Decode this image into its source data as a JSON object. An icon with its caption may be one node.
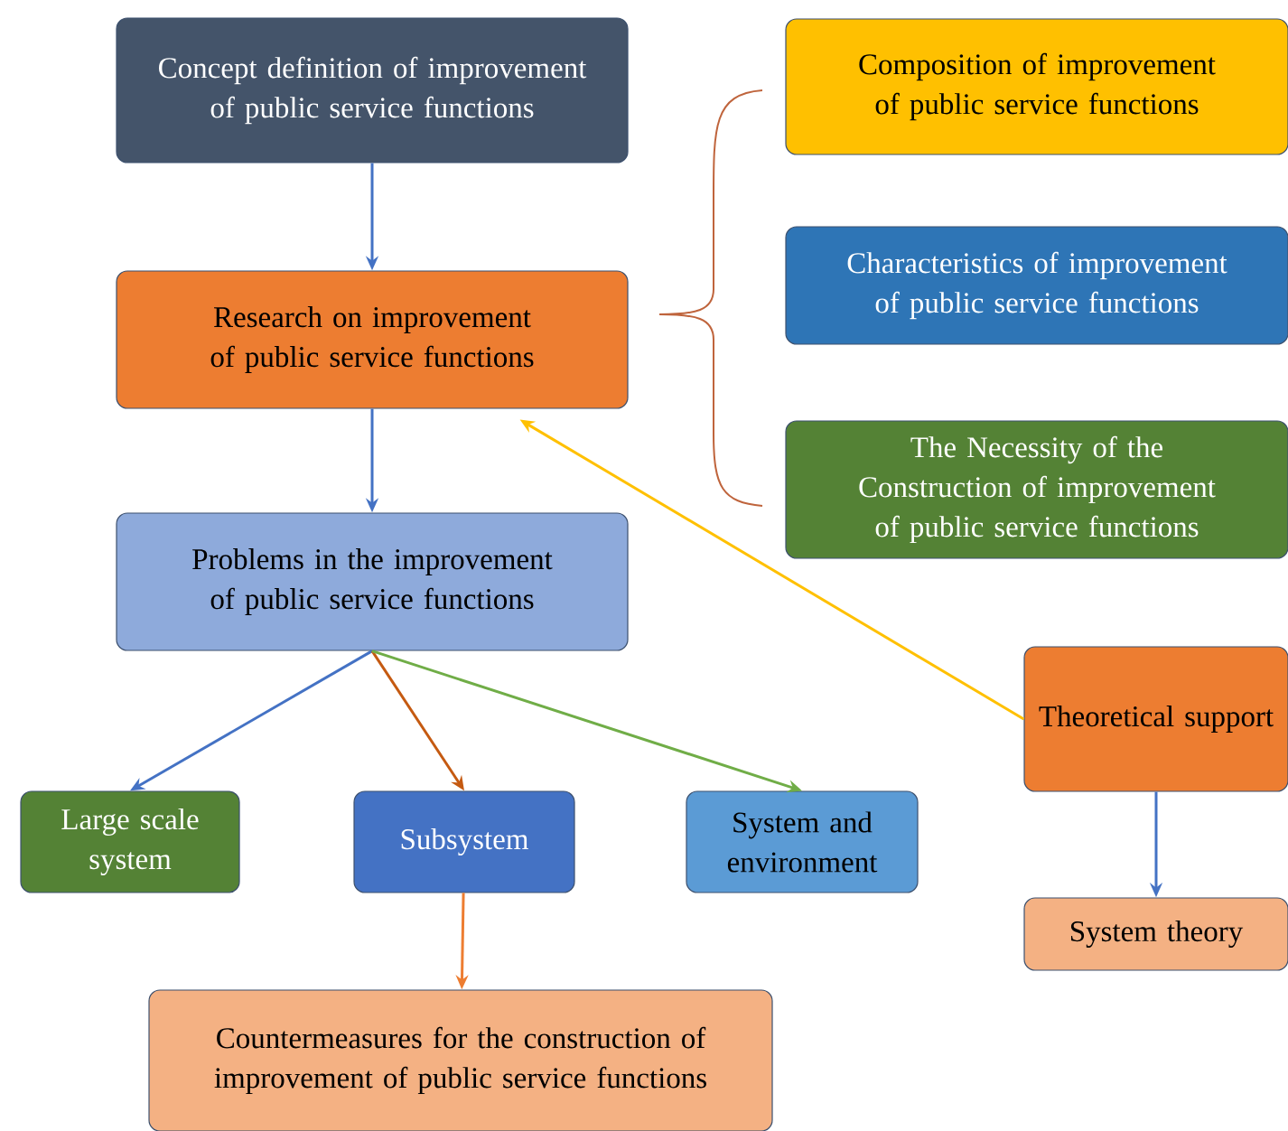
{
  "diagram": {
    "nodes": [
      {
        "text": [
          "Concept definition of improvement of public service functions"
        ]
      },
      {
        "text": [
          "Research on improvement of public service functions"
        ]
      },
      {
        "text": [
          "Problems in the improvement of public service functions"
        ]
      },
      {
        "text": [
          "Composition of improvement of public service functions"
        ]
      },
      {
        "text": [
          "Characteristics of improvement of public service functions"
        ]
      },
      {
        "text": [
          "The Necessity of the Construction of improvement of public service functions"
        ]
      },
      {
        "text": [
          "Theoretical support"
        ]
      },
      {
        "text": [
          "Large scale system"
        ]
      },
      {
        "text": [
          "Subsystem"
        ]
      },
      {
        "text": [
          "System and environment"
        ]
      },
      {
        "text": [
          "System theory"
        ]
      },
      {
        "text": [
          "Countermeasures for the construction of improvement of public service functions"
        ]
      }
    ],
    "edges": [
      {
        "from": 0,
        "to": 1,
        "arrow": "to"
      },
      {
        "from": 1,
        "to": 2,
        "arrow": "to"
      },
      {
        "from": 2,
        "to": 7,
        "arrow": "to"
      },
      {
        "from": 2,
        "to": 8,
        "arrow": "to",
        "color": "#c55a11"
      },
      {
        "from": 2,
        "to": 9,
        "arrow": "to",
        "color": "#70ad47"
      },
      {
        "from": 8,
        "to": 11,
        "arrow": "to",
        "color": "#ed7d31"
      },
      {
        "from": 6,
        "to": 1,
        "arrow": "to",
        "color": "#ffc000"
      },
      {
        "from": 6,
        "to": 10,
        "arrow": "to"
      }
    ]
  }
}
